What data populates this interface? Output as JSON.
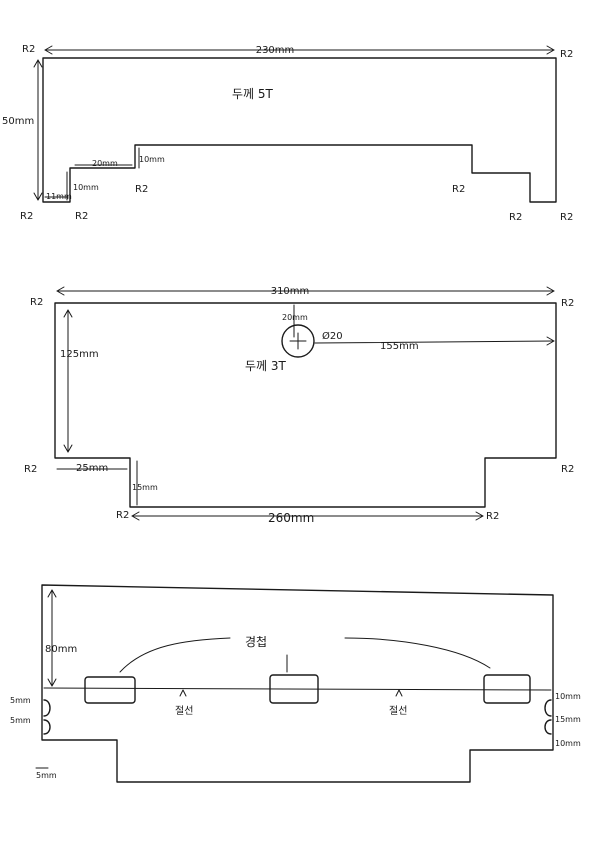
{
  "part1": {
    "corner_radius": "R2",
    "thickness_label": "두께 5T",
    "dim_width": "230mm",
    "dim_height": "50mm",
    "dim_step_width": "20mm",
    "dim_step_height": "10mm",
    "dim_step2_height": "10mm",
    "dim_left_offset": "11mm"
  },
  "part2": {
    "corner_radius": "R2",
    "thickness_label": "두께 3T",
    "dim_width": "310mm",
    "dim_height": "125mm",
    "dim_tab_width": "25mm",
    "dim_tab_height": "15mm",
    "dim_bottom_width": "260mm",
    "hole_diameter": "Ø20",
    "hole_offset_top": "20mm",
    "hole_offset_right": "155mm"
  },
  "part3": {
    "dim_height": "80mm",
    "fold_label": "경첩",
    "cut_label": "절선",
    "dim_left_a": "5mm",
    "dim_left_b": "5mm",
    "dim_left_c": "5mm",
    "dim_right_a": "10mm",
    "dim_right_b": "15mm",
    "dim_right_c": "10mm"
  }
}
